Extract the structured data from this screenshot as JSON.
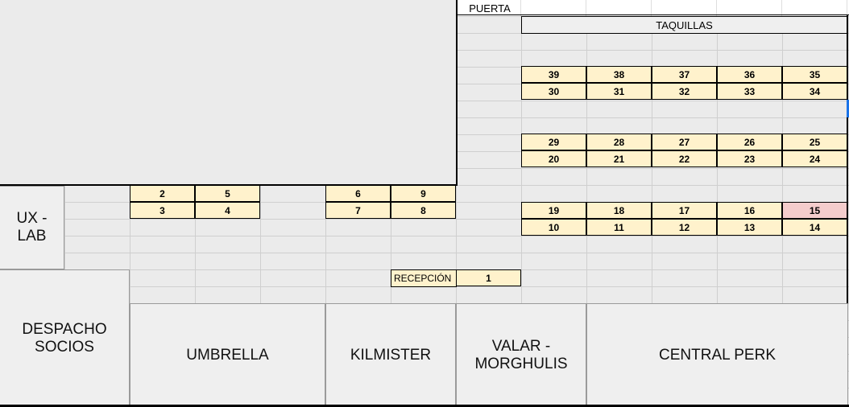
{
  "labels": {
    "door": "PUERTA",
    "lockers": "TAQUILLAS",
    "reception": "RECEPCIÓN"
  },
  "rooms": {
    "ux_lab": "UX -\nLAB",
    "despacho": "DESPACHO\nSOCIOS",
    "umbrella": "UMBRELLA",
    "kilmister": "KILMISTER",
    "valar": "VALAR -\nMORGHULIS",
    "central_perk": "CENTRAL PERK"
  },
  "desks": {
    "d1": "1",
    "d2": "2",
    "d3": "3",
    "d4": "4",
    "d5": "5",
    "d6": "6",
    "d7": "7",
    "d8": "8",
    "d9": "9",
    "d10": "10",
    "d11": "11",
    "d12": "12",
    "d13": "13",
    "d14": "14",
    "d15": "15",
    "d16": "16",
    "d17": "17",
    "d18": "18",
    "d19": "19",
    "d20": "20",
    "d21": "21",
    "d22": "22",
    "d23": "23",
    "d24": "24",
    "d25": "25",
    "d26": "26",
    "d27": "27",
    "d28": "28",
    "d29": "29",
    "d30": "30",
    "d31": "31",
    "d32": "32",
    "d33": "33",
    "d34": "34",
    "d35": "35",
    "d36": "36",
    "d37": "37",
    "d38": "38",
    "d39": "39"
  },
  "colors": {
    "desk_fill": "#fff2cc",
    "desk_occupied_fill": "#f4cccc",
    "accent": "#1a73e8"
  }
}
